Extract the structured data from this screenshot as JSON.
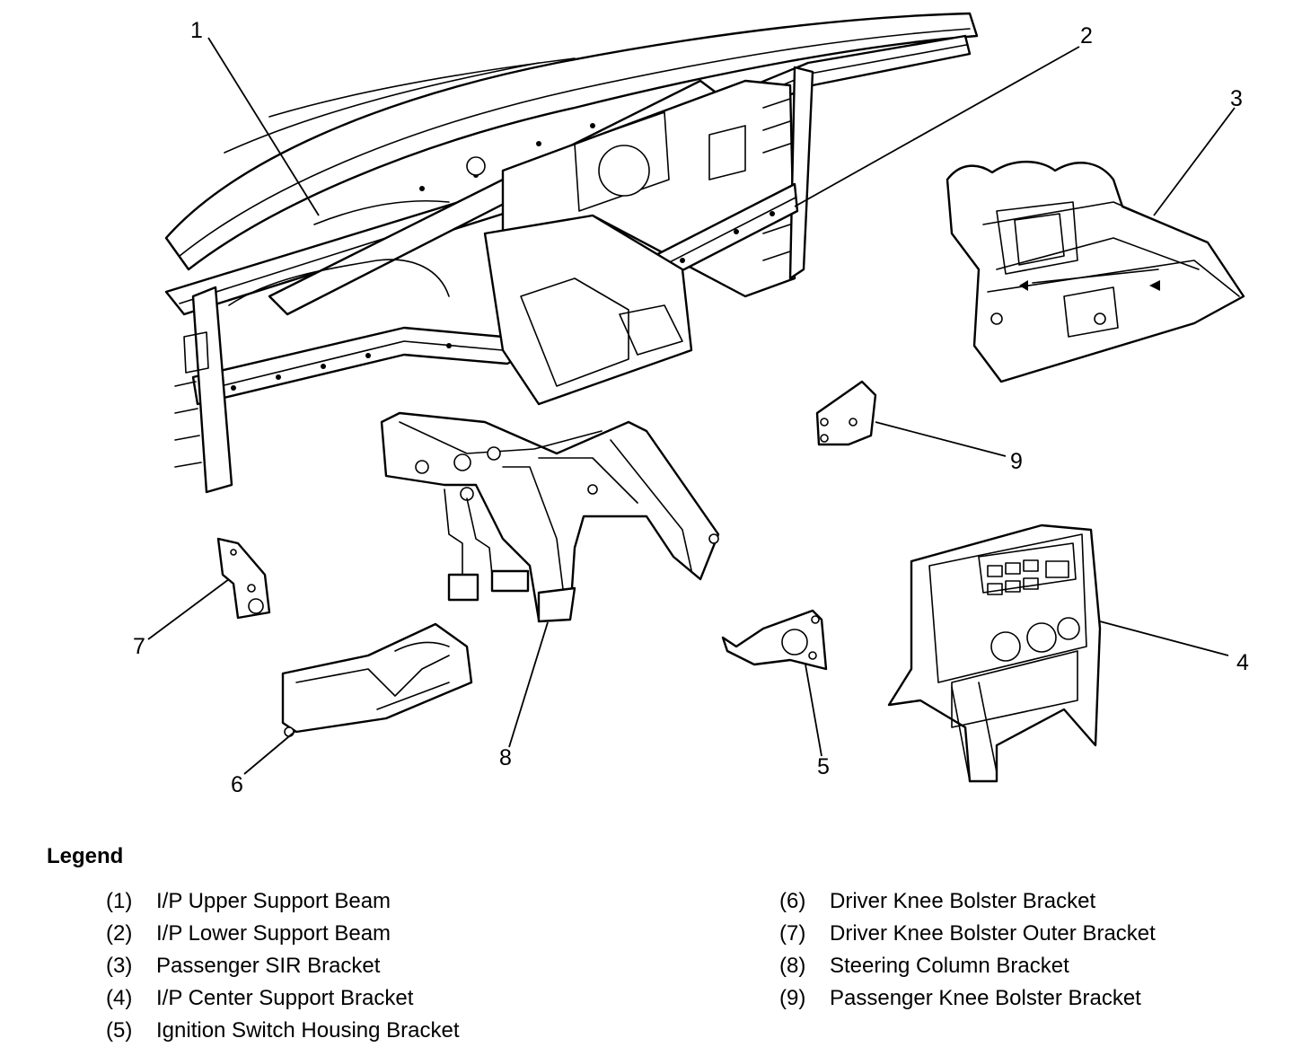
{
  "callouts": [
    {
      "id": 1,
      "label": "1"
    },
    {
      "id": 2,
      "label": "2"
    },
    {
      "id": 3,
      "label": "3"
    },
    {
      "id": 4,
      "label": "4"
    },
    {
      "id": 5,
      "label": "5"
    },
    {
      "id": 6,
      "label": "6"
    },
    {
      "id": 7,
      "label": "7"
    },
    {
      "id": 8,
      "label": "8"
    },
    {
      "id": 9,
      "label": "9"
    }
  ],
  "legend": {
    "title": "Legend",
    "items": [
      {
        "num": "(1)",
        "text": "I/P Upper Support Beam"
      },
      {
        "num": "(2)",
        "text": "I/P Lower Support Beam"
      },
      {
        "num": "(3)",
        "text": "Passenger SIR Bracket"
      },
      {
        "num": "(4)",
        "text": "I/P Center Support Bracket"
      },
      {
        "num": "(5)",
        "text": "Ignition Switch Housing Bracket"
      },
      {
        "num": "(6)",
        "text": "Driver Knee Bolster Bracket"
      },
      {
        "num": "(7)",
        "text": "Driver Knee Bolster Outer Bracket"
      },
      {
        "num": "(8)",
        "text": "Steering Column Bracket"
      },
      {
        "num": "(9)",
        "text": "Passenger Knee Bolster Bracket"
      }
    ]
  }
}
